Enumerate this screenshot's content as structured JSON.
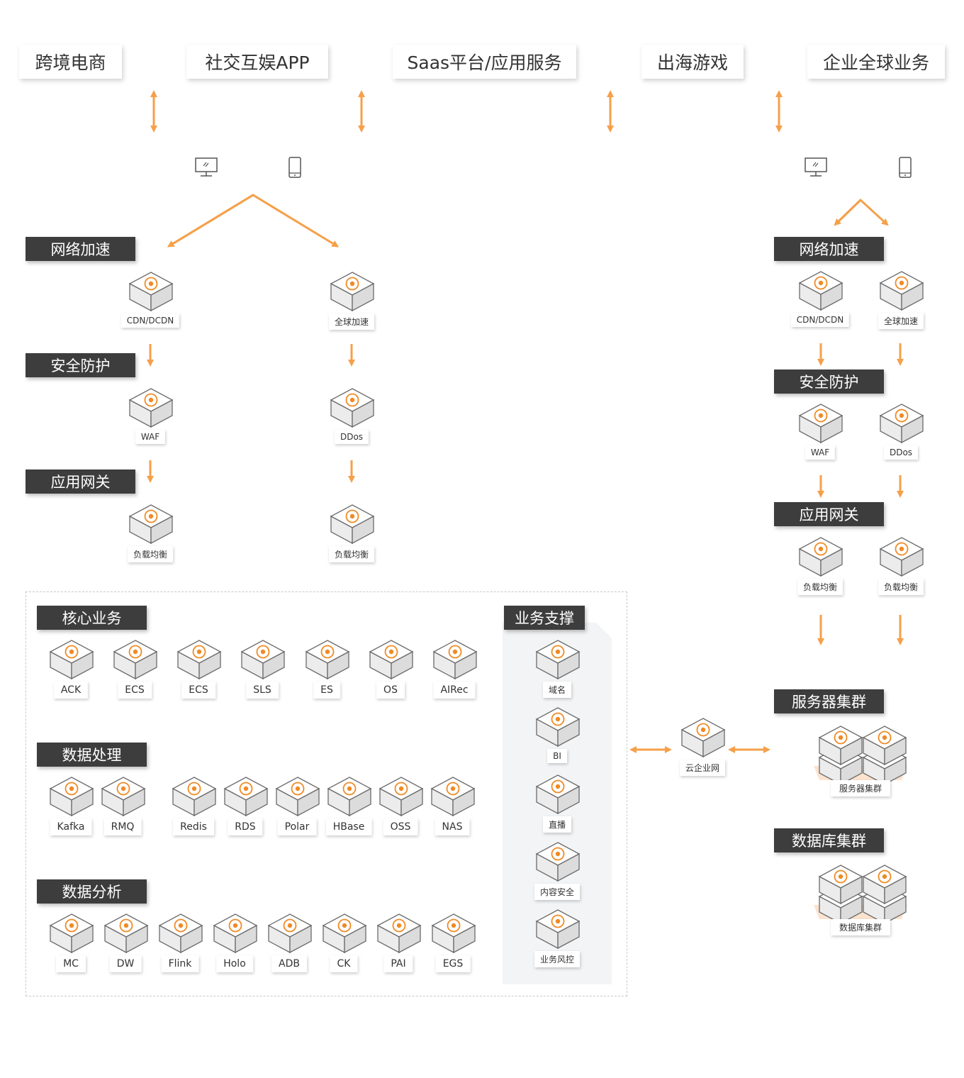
{
  "colors": {
    "accent": "#f5a04a",
    "tag_bg": "#3d3d3d"
  },
  "top": [
    {
      "label": "跨境电商"
    },
    {
      "label": "社交互娱APP"
    },
    {
      "label": "Saas平台/应用服务"
    },
    {
      "label": "出海游戏"
    },
    {
      "label": "企业全球业务"
    }
  ],
  "left": {
    "net": {
      "title": "网络加速",
      "items": [
        {
          "label": "CDN/DCDN",
          "icon": "network-icon"
        },
        {
          "label": "全球加速",
          "icon": "globe-icon"
        }
      ]
    },
    "sec": {
      "title": "安全防护",
      "items": [
        {
          "label": "WAF",
          "icon": "firewall-icon"
        },
        {
          "label": "DDos",
          "icon": "shield-icon"
        }
      ]
    },
    "gw": {
      "title": "应用网关",
      "items": [
        {
          "label": "负载均衡",
          "icon": "load-balancer-icon"
        },
        {
          "label": "负载均衡",
          "icon": "load-balancer-icon"
        }
      ]
    }
  },
  "right": {
    "net": {
      "title": "网络加速",
      "items": [
        {
          "label": "CDN/DCDN"
        },
        {
          "label": "全球加速"
        }
      ]
    },
    "sec": {
      "title": "安全防护",
      "items": [
        {
          "label": "WAF"
        },
        {
          "label": "DDos"
        }
      ]
    },
    "gw": {
      "title": "应用网关",
      "items": [
        {
          "label": "负载均衡"
        },
        {
          "label": "负载均衡"
        }
      ]
    },
    "server": {
      "title": "服务器集群",
      "label": "服务器集群"
    },
    "db": {
      "title": "数据库集群",
      "label": "数据库集群"
    }
  },
  "core": {
    "title": "核心业务",
    "items": [
      "ACK",
      "ECS",
      "ECS",
      "SLS",
      "ES",
      "OS",
      "AIRec"
    ]
  },
  "data_proc": {
    "title": "数据处理",
    "items": [
      "Kafka",
      "RMQ",
      "Redis",
      "RDS",
      "Polar",
      "HBase",
      "OSS",
      "NAS"
    ]
  },
  "data_ana": {
    "title": "数据分析",
    "items": [
      "MC",
      "DW",
      "Flink",
      "Holo",
      "ADB",
      "CK",
      "PAI",
      "EGS"
    ]
  },
  "support": {
    "title": "业务支撑",
    "items": [
      "域名",
      "BI",
      "直播",
      "内容安全",
      "业务风控"
    ]
  },
  "cen": {
    "label": "云企业网"
  }
}
